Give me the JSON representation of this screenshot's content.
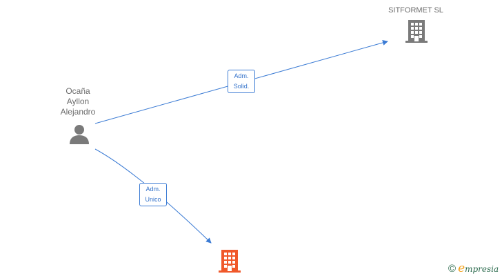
{
  "nodes": {
    "person": {
      "label": "Ocaña\nAyllon\nAlejandro",
      "icon": "person-icon",
      "color": "#7a7a7a"
    },
    "company_top": {
      "label": "SITFORMET  SL",
      "icon": "building-icon",
      "color": "#7a7a7a"
    },
    "company_bottom": {
      "label": "",
      "icon": "building-icon",
      "color": "#f0582a"
    }
  },
  "edges": [
    {
      "from": "person",
      "to": "company_top",
      "label": "Adm.\nSolid."
    },
    {
      "from": "person",
      "to": "company_bottom",
      "label": "Adm.\nUnico"
    }
  ],
  "colors": {
    "edge": "#3b7bd4"
  },
  "brand": {
    "copyright_symbol": "©",
    "initial": "e",
    "name_rest": "mpresia"
  }
}
